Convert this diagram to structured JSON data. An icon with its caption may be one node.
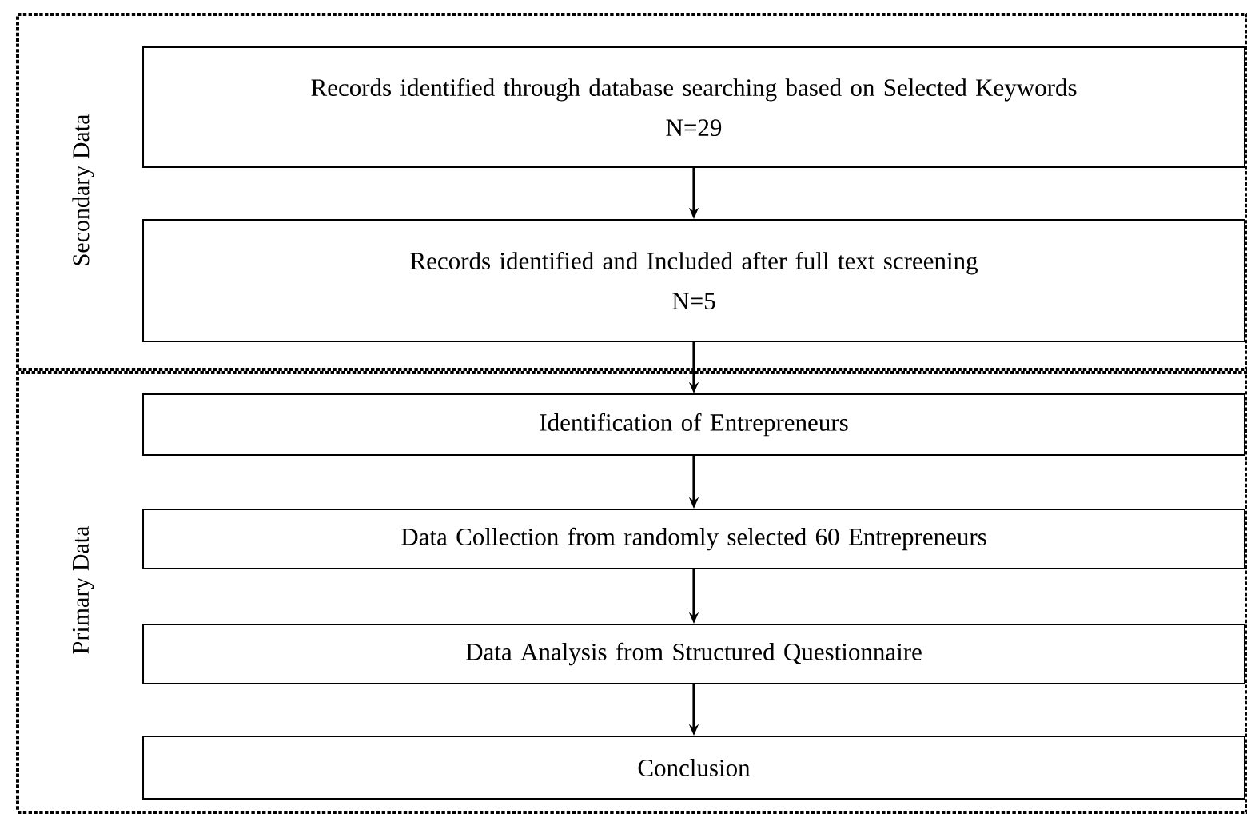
{
  "diagram": {
    "nodes": [
      {
        "text": [
          "Secondary Data"
        ]
      },
      {
        "text": [
          "Records identified through database searching based on Selected Keywords",
          "N=29"
        ],
        "in": 0
      },
      {
        "text": [
          "Records identified and Included after full text screening",
          "N=5"
        ],
        "in": 0
      },
      {
        "text": [
          "Primary Data"
        ]
      },
      {
        "text": [
          "Identification of Entrepreneurs"
        ],
        "in": 3
      },
      {
        "text": [
          "Data Collection from randomly selected 60 Entrepreneurs"
        ],
        "in": 3
      },
      {
        "text": [
          "Data Analysis from Structured Questionnaire"
        ],
        "in": 3
      },
      {
        "text": [
          "Conclusion"
        ],
        "in": 3
      }
    ],
    "edges": [
      {
        "from": 1,
        "to": 2,
        "arrow": "to"
      },
      {
        "from": 2,
        "to": 4,
        "arrow": "to"
      },
      {
        "from": 4,
        "to": 5,
        "arrow": "to"
      },
      {
        "from": 5,
        "to": 6,
        "arrow": "to"
      },
      {
        "from": 6,
        "to": 7,
        "arrow": "to"
      }
    ]
  }
}
